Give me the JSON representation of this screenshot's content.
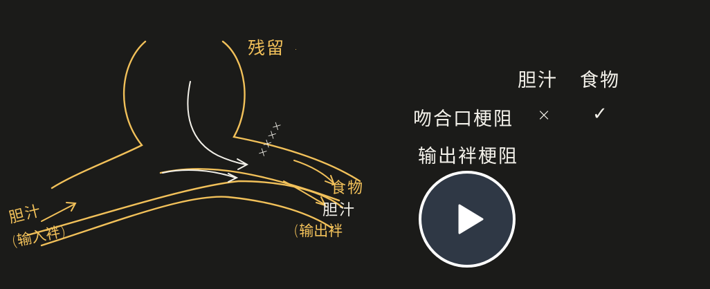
{
  "video": {
    "colors": {
      "background": "#1b1b19",
      "chalk_gold": "#f2c15a",
      "chalk_white": "#f3f1ea",
      "button_fill": "#2f3845"
    },
    "board": {
      "label_top": "残留",
      "label_left_a": "胆汁",
      "label_left_b": "(输入袢)",
      "label_right_a": "食物",
      "label_right_b": "胆汁",
      "label_right_c": "(输出袢",
      "x_marks": "××××",
      "col_head_1": "胆汁",
      "col_head_2": "食物",
      "row_1": "吻合口梗阻",
      "row_1_dot": ".",
      "row_1_val_1": "×",
      "row_1_val_2": "✓",
      "row_2": "输出袢梗阻"
    },
    "play_button": {
      "icon": "play-icon"
    }
  }
}
